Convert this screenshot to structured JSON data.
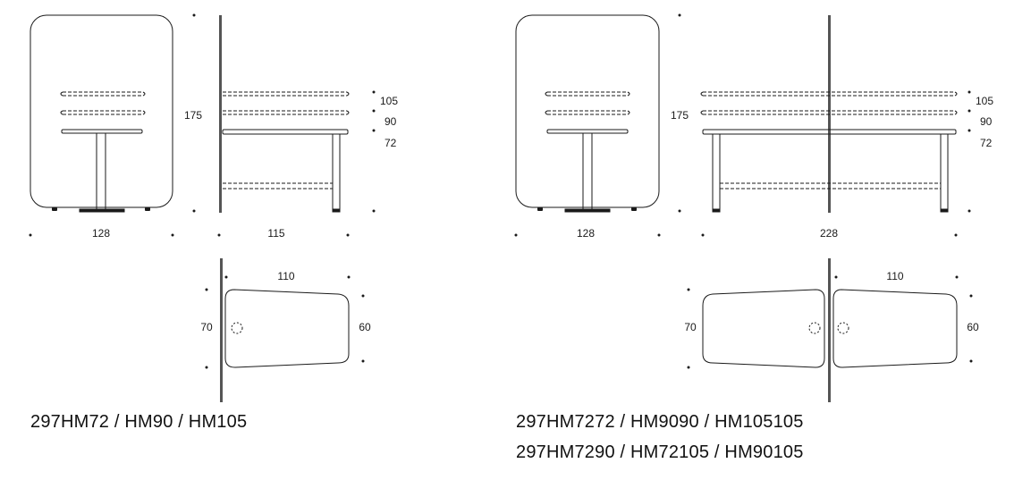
{
  "single_unit": {
    "front": {
      "width_label": "128",
      "height_label": "175"
    },
    "side": {
      "depth_label": "115",
      "levels": [
        "105",
        "90",
        "72"
      ]
    },
    "plan": {
      "length_label": "110",
      "left_width_label": "70",
      "right_width_label": "60"
    },
    "caption": "297HM72 / HM90 / HM105"
  },
  "double_unit": {
    "front": {
      "width_label": "128",
      "height_label": "175"
    },
    "side": {
      "depth_label": "228",
      "levels": [
        "105",
        "90",
        "72"
      ]
    },
    "plan": {
      "length_label": "110",
      "left_width_label": "70",
      "right_width_label": "60"
    },
    "captions": [
      "297HM7272 / HM9090 / HM105105",
      "297HM7290 / HM72105 / HM90105"
    ]
  },
  "colors": {
    "line": "#1a1a1a",
    "panel": "#555555",
    "background": "#ffffff"
  }
}
